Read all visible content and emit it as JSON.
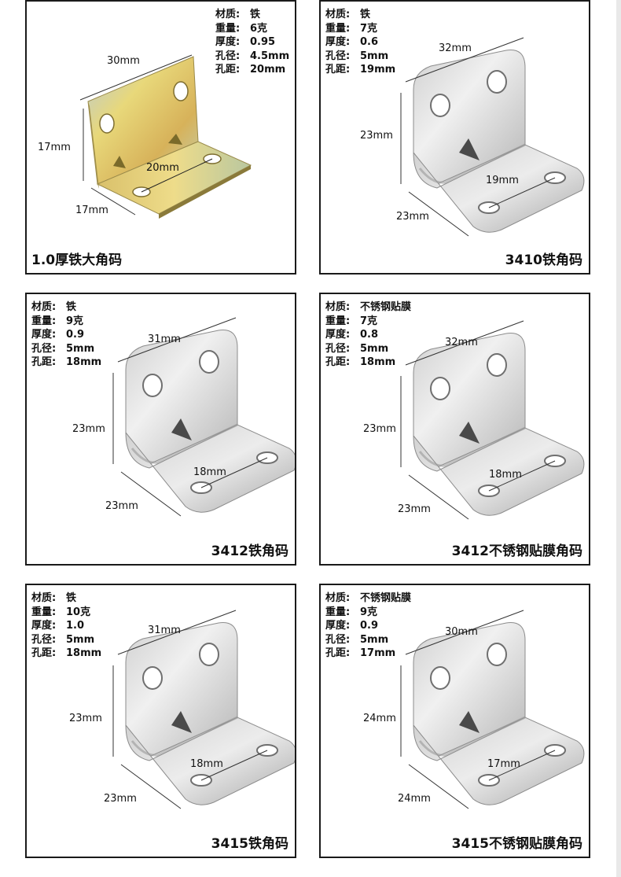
{
  "panels": [
    {
      "specs": [
        {
          "label": "材质:",
          "value": "铁"
        },
        {
          "label": "重量:",
          "value": "6克"
        },
        {
          "label": "厚度:",
          "value": "0.95"
        },
        {
          "label": "孔径:",
          "value": "4.5mm"
        },
        {
          "label": "孔距:",
          "value": "20mm"
        }
      ],
      "dims": {
        "width": "30mm",
        "height": "17mm",
        "depth": "17mm",
        "hole": "20mm"
      },
      "title": "1.0厚铁大角码",
      "finish": "yellow-zinc"
    },
    {
      "specs": [
        {
          "label": "材质:",
          "value": "铁"
        },
        {
          "label": "重量:",
          "value": "7克"
        },
        {
          "label": "厚度:",
          "value": "0.6"
        },
        {
          "label": "孔径:",
          "value": "5mm"
        },
        {
          "label": "孔距:",
          "value": "19mm"
        }
      ],
      "dims": {
        "width": "32mm",
        "height": "23mm",
        "depth": "23mm",
        "hole": "19mm"
      },
      "title": "3410铁角码",
      "finish": "silver"
    },
    {
      "specs": [
        {
          "label": "材质:",
          "value": "铁"
        },
        {
          "label": "重量:",
          "value": "9克"
        },
        {
          "label": "厚度:",
          "value": "0.9"
        },
        {
          "label": "孔径:",
          "value": "5mm"
        },
        {
          "label": "孔距:",
          "value": "18mm"
        }
      ],
      "dims": {
        "width": "31mm",
        "height": "23mm",
        "depth": "23mm",
        "hole": "18mm"
      },
      "title": "3412铁角码",
      "finish": "silver"
    },
    {
      "specs": [
        {
          "label": "材质:",
          "value": "不锈钢贴膜"
        },
        {
          "label": "重量:",
          "value": "7克"
        },
        {
          "label": "厚度:",
          "value": "0.8"
        },
        {
          "label": "孔径:",
          "value": "5mm"
        },
        {
          "label": "孔距:",
          "value": "18mm"
        }
      ],
      "dims": {
        "width": "32mm",
        "height": "23mm",
        "depth": "23mm",
        "hole": "18mm"
      },
      "title": "3412不锈钢贴膜角码",
      "finish": "silver"
    },
    {
      "specs": [
        {
          "label": "材质:",
          "value": "铁"
        },
        {
          "label": "重量:",
          "value": "10克"
        },
        {
          "label": "厚度:",
          "value": "1.0"
        },
        {
          "label": "孔径:",
          "value": "5mm"
        },
        {
          "label": "孔距:",
          "value": "18mm"
        }
      ],
      "dims": {
        "width": "31mm",
        "height": "23mm",
        "depth": "23mm",
        "hole": "18mm"
      },
      "title": "3415铁角码",
      "finish": "silver"
    },
    {
      "specs": [
        {
          "label": "材质:",
          "value": "不锈钢贴膜"
        },
        {
          "label": "重量:",
          "value": "9克"
        },
        {
          "label": "厚度:",
          "value": "0.9"
        },
        {
          "label": "孔径:",
          "value": "5mm"
        },
        {
          "label": "孔距:",
          "value": "17mm"
        }
      ],
      "dims": {
        "width": "30mm",
        "height": "24mm",
        "depth": "24mm",
        "hole": "17mm"
      },
      "title": "3415不锈钢贴膜角码",
      "finish": "silver"
    }
  ],
  "colors": {
    "border": "#1a1a1a",
    "silver_light": "#e6e6e6",
    "silver_dark": "#a9a9a9",
    "zinc_yellow": "#d8c46a",
    "zinc_blue": "#8fb0c8"
  }
}
